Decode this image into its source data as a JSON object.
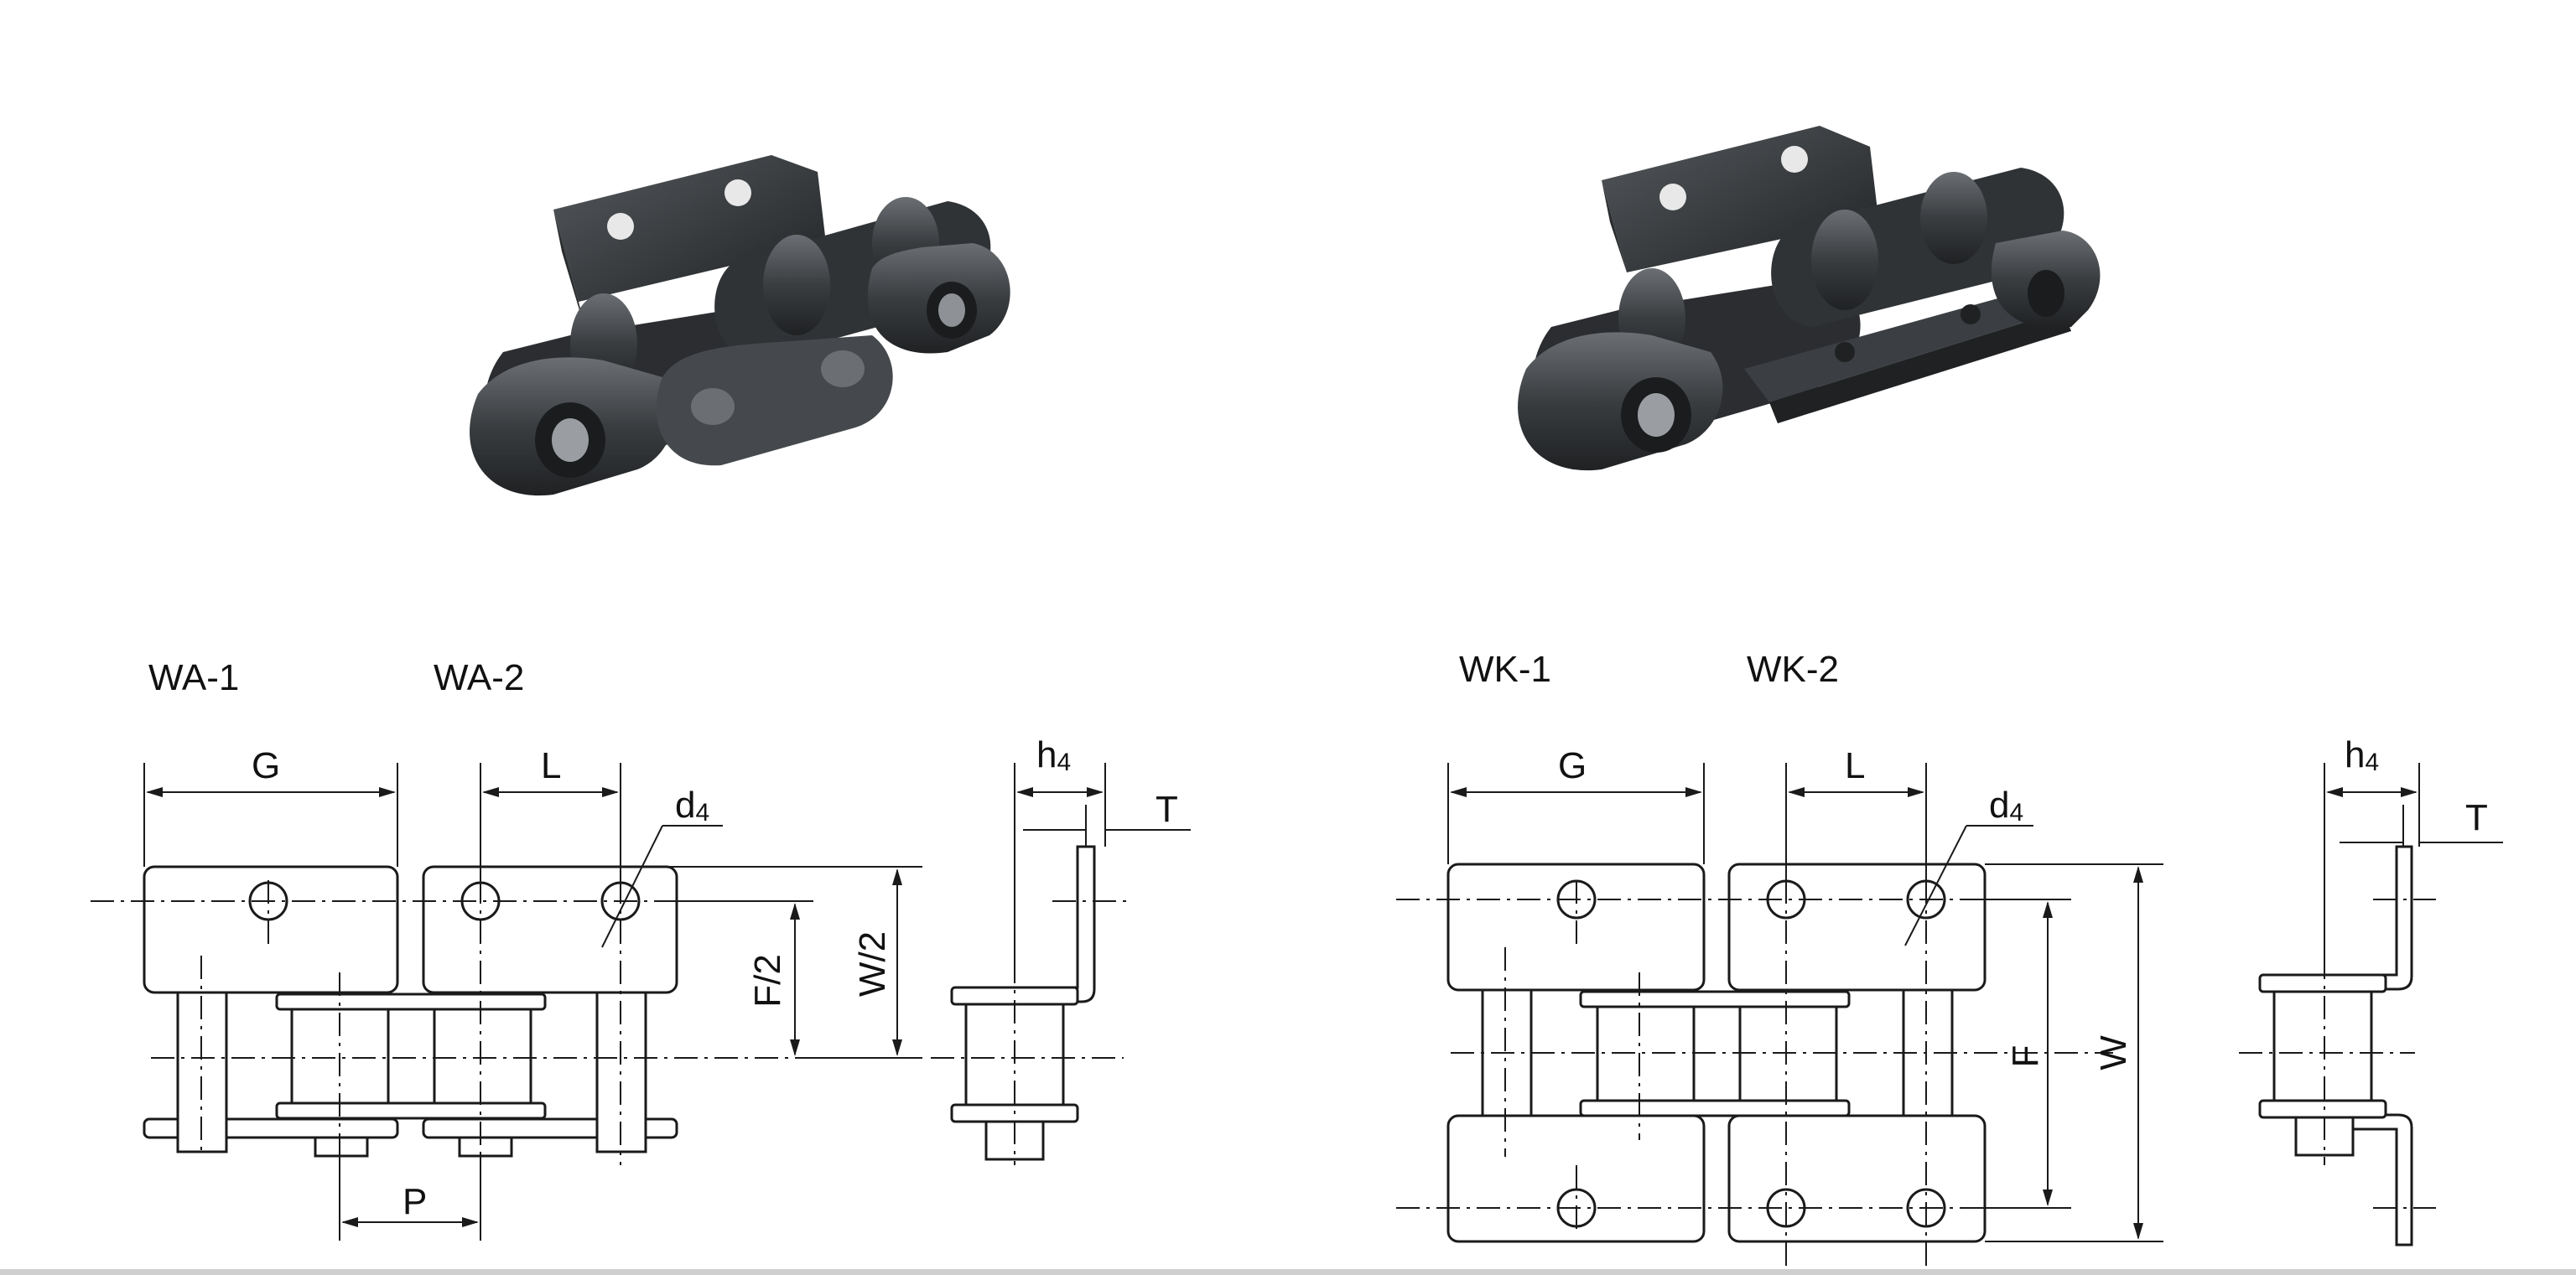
{
  "labels": {
    "wa1": "WA-1",
    "wa2": "WA-2",
    "wk1": "WK-1",
    "wk2": "WK-2"
  },
  "dimensions": {
    "G": "G",
    "L": "L",
    "d4": "d",
    "d4_sub": "4",
    "h4": "h",
    "h4_sub": "4",
    "T": "T",
    "F_half": "F/2",
    "W_half": "W/2",
    "P": "P",
    "F": "F",
    "W": "W"
  },
  "colors": {
    "chain_metal": "#3a3d40",
    "chain_dark": "#1f2123",
    "chain_highlight": "#6b6f73",
    "line": "#1a1a1a"
  },
  "photos": {
    "left_icon": "roller-chain-single-attachment-photo",
    "right_icon": "roller-chain-double-attachment-photo"
  }
}
